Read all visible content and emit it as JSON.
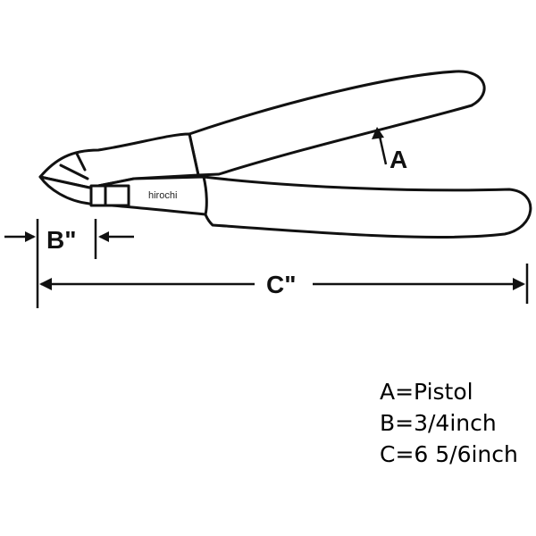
{
  "labels": {
    "a": "A",
    "b": "B\"",
    "c": "C\""
  },
  "watermark": "hirochi",
  "specs": [
    "A=Pistol",
    "B=3/4inch",
    "C=6 5/6inch"
  ],
  "colors": {
    "outline": "#111111",
    "background": "#ffffff"
  }
}
